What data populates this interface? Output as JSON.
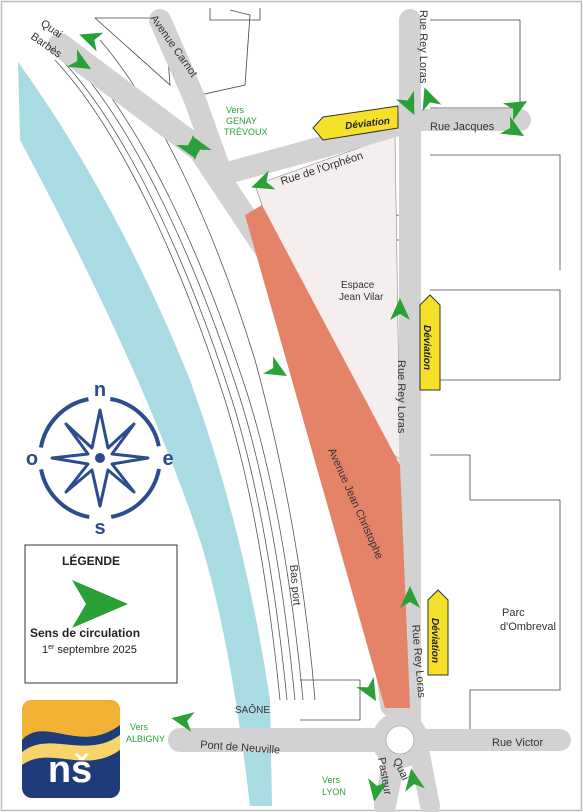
{
  "streets": {
    "quai_barbes_1": "Quai",
    "quai_barbes_2": "Barbès",
    "avenue_carnot": "Avenue Carnot",
    "rue_rey_loras_top": "Rue Rey Loras",
    "rue_jacques": "Rue Jacques",
    "rue_orpheon": "Rue de l'Orphéon",
    "rue_rey_loras_mid": "Rue Rey Loras",
    "avenue_jean_christophe": "Avenue Jean Christophe",
    "bas_port": "Bas port",
    "rue_rey_loras_bottom": "Rue Rey Loras",
    "pont_de_neuville": "Pont de Neuville",
    "rue_victor": "Rue Victor",
    "quai_pasteur_1": "Quai",
    "quai_pasteur_2": "Pasteur",
    "saone": "SAÔNE"
  },
  "places": {
    "espace_1": "Espace",
    "espace_2": "Jean Vilar",
    "parc_1": "Parc",
    "parc_2": "d'Ombreval"
  },
  "directions": {
    "genay_1": "Vers",
    "genay_2": "GENAY",
    "genay_3": "TRÉVOUX",
    "albigny_1": "Vers",
    "albigny_2": "ALBIGNY",
    "lyon_1": "Vers",
    "lyon_2": "LYON"
  },
  "deviation_label": "Déviation",
  "compass": {
    "n": "n",
    "s": "s",
    "e": "e",
    "o": "o"
  },
  "legend": {
    "title": "LÉGENDE",
    "item": "Sens de circulation",
    "date_day": "1",
    "date_sup": "er",
    "date_rest": " septembre 2025"
  },
  "logo": {
    "text": "nš"
  },
  "colors": {
    "water": "#a8dbe2",
    "road": "#d2d2d2",
    "closure": "#e58369",
    "arrow": "#2aa137",
    "deviation": "#f5e12a",
    "compass": "#2b4d8f"
  }
}
